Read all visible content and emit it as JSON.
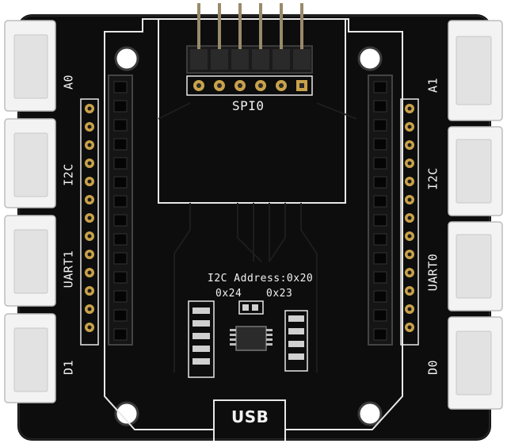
{
  "board": {
    "header_label": "SPI0",
    "usb_label": "USB",
    "i2c_address": "I2C Address:0x20",
    "addr_left": "0x24",
    "addr_right": "0x23",
    "left_labels": [
      "A0",
      "I2C",
      "UART1",
      "D1"
    ],
    "right_labels": [
      "A1",
      "I2C",
      "UART0",
      "D0"
    ]
  },
  "colors": {
    "pcb": "#0d0d0d",
    "silkscreen": "#f0f0f0",
    "connector": "#f4f4f4",
    "pad": "#c9a24a",
    "pin": "#8a8a8a"
  }
}
